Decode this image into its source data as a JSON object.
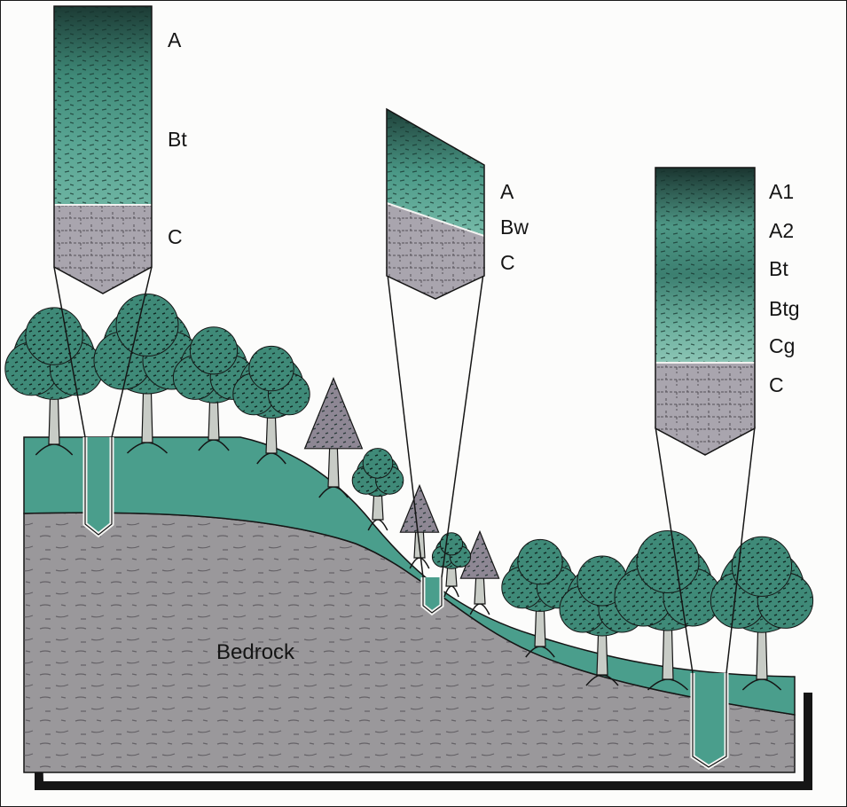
{
  "profiles": [
    {
      "id": "upland",
      "horizons": [
        "A",
        "Bt",
        "C"
      ]
    },
    {
      "id": "slope",
      "horizons": [
        "A",
        "Bw",
        "C"
      ]
    },
    {
      "id": "lowland",
      "horizons": [
        "A1",
        "A2",
        "Bt",
        "Btg",
        "Cg",
        "C"
      ]
    }
  ],
  "bedrock_label": "Bedrock",
  "colors": {
    "soil_green": "#4a9e8c",
    "soil_dark": "#1f4d44",
    "bedrock_gray": "#9a989b",
    "parent_material": "#a9a5ae",
    "tree_foliage": "#3f8a78",
    "conifer_purple": "#8e8794",
    "trunk": "#c8ccc6",
    "outline": "#151515"
  }
}
